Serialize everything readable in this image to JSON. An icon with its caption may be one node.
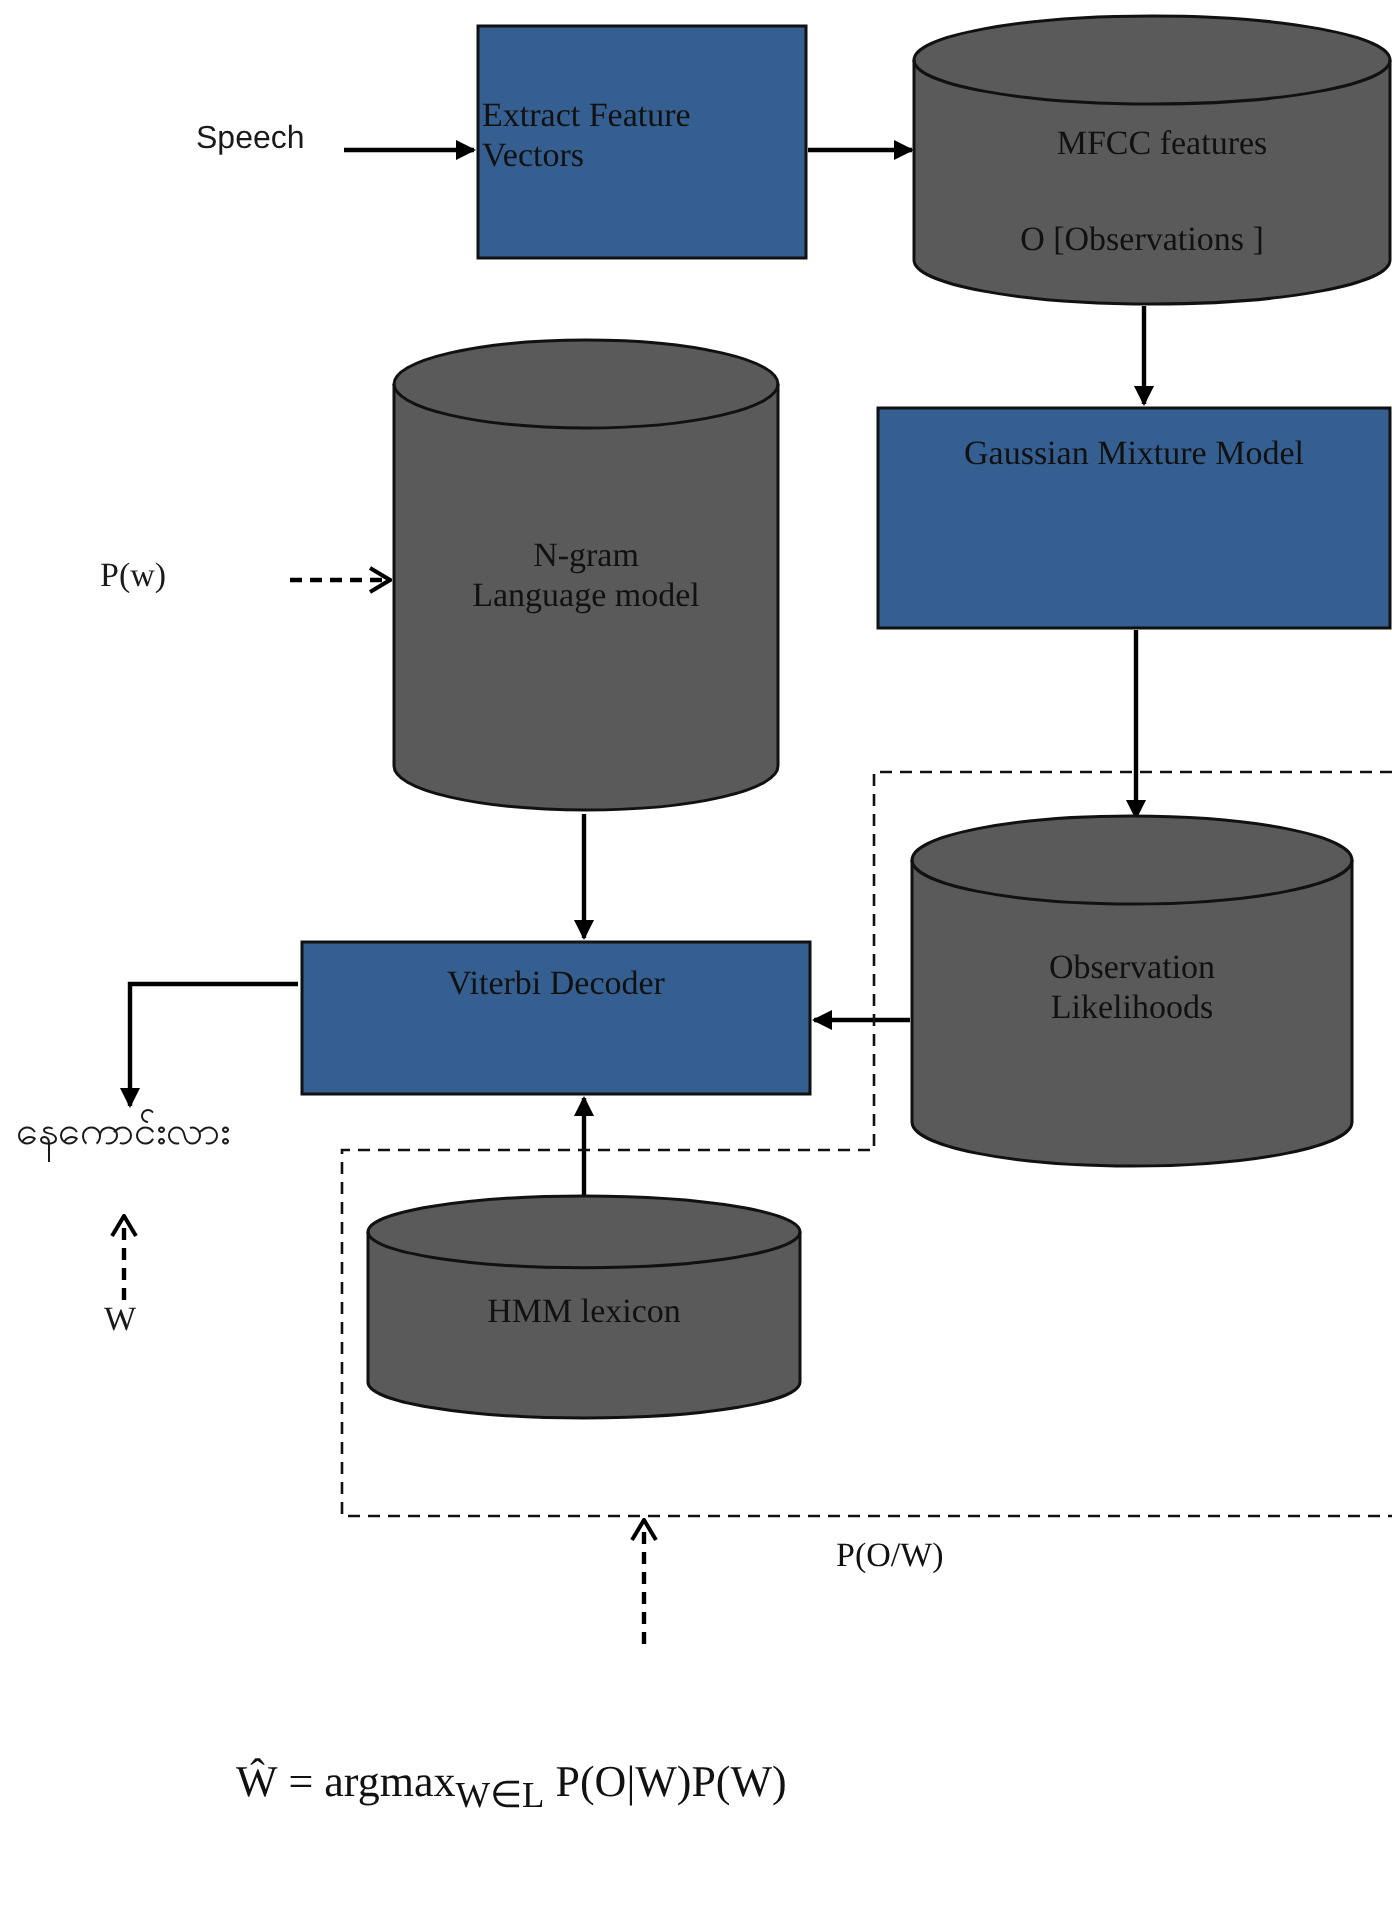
{
  "diagram": {
    "nodes": [
      {
        "text": [
          "Speech"
        ]
      },
      {
        "text": [
          "Extract Feature Vectors"
        ]
      },
      {
        "text": [
          "MFCC features",
          "O [Observations ]"
        ]
      },
      {
        "text": [
          "P(w)"
        ]
      },
      {
        "text": [
          "N-gram Language model"
        ]
      },
      {
        "text": [
          "Gaussian Mixture Model"
        ]
      },
      {
        "text": [],
        "shape": "box",
        "beside": [
          "P(O/W)"
        ]
      },
      {
        "text": [
          "Observation Likelihoods"
        ],
        "in": 6
      },
      {
        "text": [
          "Viterbi Decoder"
        ]
      },
      {
        "text": [
          "နေကောင်းလား"
        ]
      },
      {
        "text": [
          "HMM lexicon"
        ],
        "in": 6
      },
      {
        "text": [
          "W"
        ]
      }
    ],
    "edges": [
      {
        "from": 0,
        "to": 1,
        "arrow": "to"
      },
      {
        "from": 1,
        "to": 2,
        "arrow": "to"
      },
      {
        "from": 2,
        "to": 5,
        "arrow": "to"
      },
      {
        "from": 5,
        "to": 7,
        "arrow": "to"
      },
      {
        "from": 3,
        "to": 4,
        "arrow": "to",
        "style": "dashed"
      },
      {
        "from": 4,
        "to": 8,
        "arrow": "to"
      },
      {
        "from": 7,
        "to": 8,
        "arrow": "to"
      },
      {
        "from": 10,
        "to": 8,
        "arrow": "to"
      },
      {
        "from": 8,
        "to": 9,
        "arrow": "to"
      },
      {
        "from": 11,
        "to": 9,
        "arrow": "to",
        "style": "dashed"
      },
      {
        "from": null,
        "to": 6,
        "arrow": "to",
        "style": "dashed"
      }
    ],
    "labels": [
      "Ŵ = argmax$_{W∈L}$ P(O|W)P(W)"
    ]
  }
}
